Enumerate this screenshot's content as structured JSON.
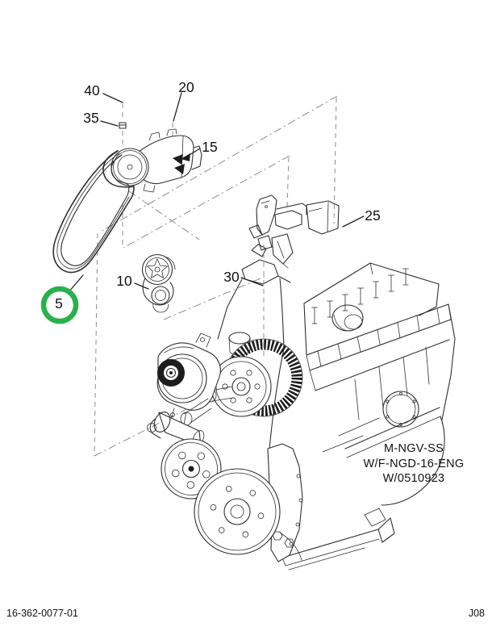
{
  "page": {
    "background": "#ffffff",
    "footer_left": "16-362-0077-01",
    "footer_right": "J08"
  },
  "diagram": {
    "kind": "exploded-parts-line-drawing",
    "ink_color": "#2f2f2f",
    "construction_line_color": "#8c8c8c",
    "highlight_color": "#28b14c",
    "note_lines": [
      "M-NGV-SS",
      "W/F-NGD-16-ENG",
      "W/0510923"
    ],
    "callouts": [
      {
        "label": "40",
        "highlighted": false
      },
      {
        "label": "35",
        "highlighted": false
      },
      {
        "label": "20",
        "highlighted": false
      },
      {
        "label": "15",
        "highlighted": false
      },
      {
        "label": "25",
        "highlighted": false
      },
      {
        "label": "30",
        "highlighted": false
      },
      {
        "label": "10",
        "highlighted": false
      },
      {
        "label": "5",
        "highlighted": true
      }
    ]
  }
}
